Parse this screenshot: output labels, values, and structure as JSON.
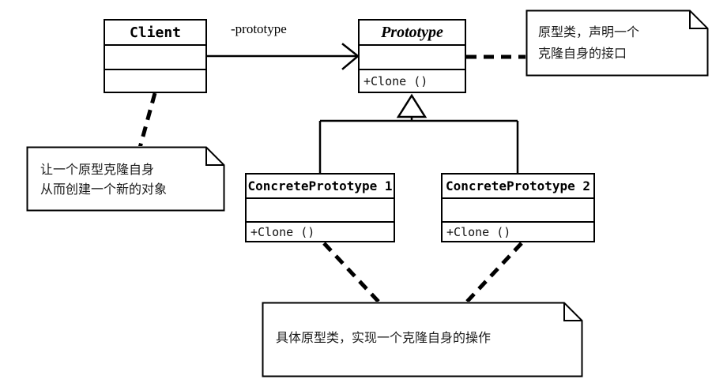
{
  "diagram": {
    "title": "Prototype Pattern UML Class Diagram",
    "stroke_color": "#000000",
    "fill_color": "#ffffff",
    "text_color": "#000000"
  },
  "classes": [
    {
      "id": "client",
      "name": "Client",
      "abstract": false,
      "attributes": "",
      "operations": ""
    },
    {
      "id": "prototype",
      "name": "Prototype",
      "abstract": true,
      "attributes": "",
      "operations": "+Clone ()"
    },
    {
      "id": "concrete1",
      "name": "ConcretePrototype 1",
      "abstract": false,
      "attributes": "",
      "operations": "+Clone ()"
    },
    {
      "id": "concrete2",
      "name": "ConcretePrototype 2",
      "abstract": false,
      "attributes": "",
      "operations": "+Clone ()"
    }
  ],
  "edges": [
    {
      "id": "client-prototype",
      "type": "association",
      "label": "-prototype",
      "from": "client",
      "to": "prototype"
    },
    {
      "id": "concrete1-prototype",
      "type": "generalization",
      "label": "",
      "from": "concrete1",
      "to": "prototype"
    },
    {
      "id": "concrete2-prototype",
      "type": "generalization",
      "label": "",
      "from": "concrete2",
      "to": "prototype"
    }
  ],
  "notes": [
    {
      "id": "note-client",
      "anchor": "client",
      "lines": [
        "让一个原型克隆自身",
        "从而创建一个新的对象"
      ]
    },
    {
      "id": "note-prototype",
      "anchor": "prototype",
      "lines": [
        "原型类，声明一个",
        "克隆自身的接口"
      ]
    },
    {
      "id": "note-concrete",
      "anchor": "concrete1,concrete2",
      "lines": [
        "具体原型类，实现一个克隆自身的操作"
      ]
    }
  ]
}
